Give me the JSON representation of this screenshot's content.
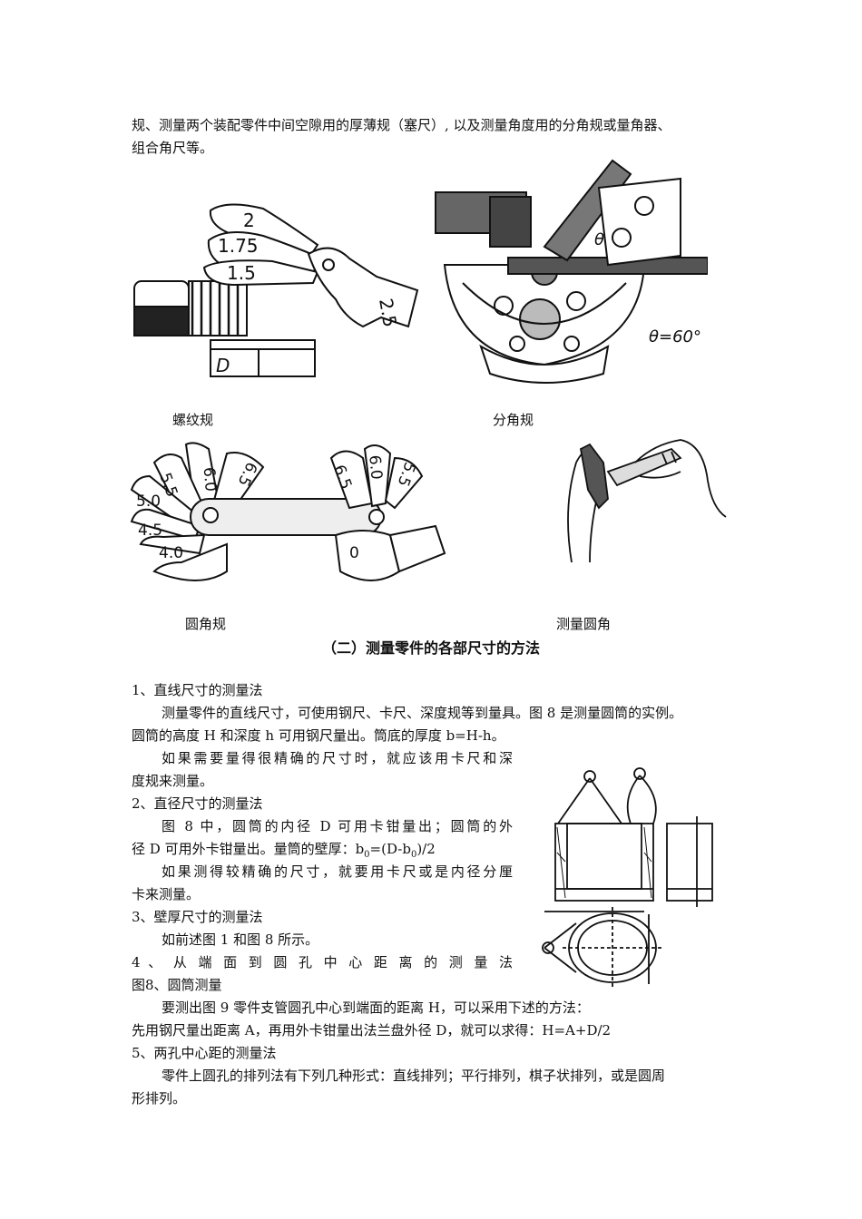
{
  "intro": {
    "line1": "规、测量两个装配零件中间空隙用的厚薄规（塞尺）, 以及测量角度用的分角规或量角器、",
    "line2": "组合角尺等。"
  },
  "figures": {
    "thread_gauge": {
      "caption": "螺纹规",
      "labels": [
        "2",
        "1.75",
        "1.5",
        "2.5",
        "D"
      ]
    },
    "protractor": {
      "caption": "分角规",
      "labels": [
        "θ",
        "θ=60°"
      ]
    },
    "radius_gauge": {
      "caption": "圆角规",
      "labels": [
        "6.0",
        "5.5",
        "6.5",
        "5.0",
        "4.5",
        "4.0",
        "6.5",
        "6.0",
        "5.5",
        "0"
      ]
    },
    "measure_fillet": {
      "caption": "测量圆角"
    }
  },
  "section_title": "（二）测量零件的各部尺寸的方法",
  "body": {
    "s1_title": "1、直线尺寸的测量法",
    "s1_p1_l1": "测量零件的直线尺寸，可使用钢尺、卡尺、深度规等到量具。图 8 是测量圆筒的实例。",
    "s1_p1_l2": "圆筒的高度 H 和深度 h 可用钢尺量出。筒底的厚度 b=H-h。",
    "s1_p2_l1": "如果需要量得很精确的尺寸时，就应该用卡尺和深",
    "s1_p2_l2": "度规来测量。",
    "s2_title": "2、直径尺寸的测量法",
    "s2_p1_l1": "图 8 中，圆筒的内径 D 可用卡钳量出；圆筒的外",
    "s2_p1_l2": "径 D 可用外卡钳量出。量筒的壁厚：b",
    "s2_p1_l2_sub": "0",
    "s2_p1_l2_mid": "=(D-b",
    "s2_p1_l2_sub2": "0",
    "s2_p1_l2_end": ")/2",
    "s2_p2_l1": "如果测得较精确的尺寸，就要用卡尺或是内径分厘",
    "s2_p2_l2": "卡来测量。",
    "s3_title": "3、壁厚尺寸的测量法",
    "s3_p1": "如前述图 1 和图 8 所示。",
    "s4_title": "4 、 从 端 面 到 圆 孔 中 心 距 离 的 测 量 法",
    "s4_caption": "图8、圆筒测量",
    "s4_p1": "要测出图 9 零件支管圆孔中心到端面的距离 H，可以采用下述的方法：",
    "s4_p2": "先用钢尺量出距离 A，再用外卡钳量出法兰盘外径 D，就可以求得：H=A+D/2",
    "s5_title": "5、两孔中心距的测量法",
    "s5_p1_l1": "零件上圆孔的排列法有下列几种形式：直线排列；平行排列，棋子状排列，或是圆周",
    "s5_p1_l2": "形排列。"
  }
}
